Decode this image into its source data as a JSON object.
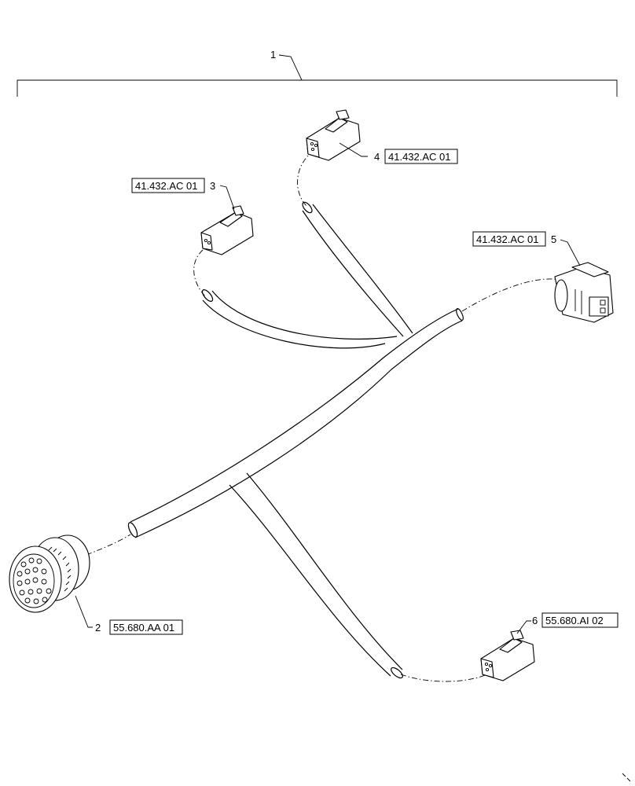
{
  "assembly": {
    "item_number": "1"
  },
  "callouts": [
    {
      "item": "2",
      "reference": "55.680.AA 01"
    },
    {
      "item": "3",
      "reference": "41.432.AC 01"
    },
    {
      "item": "4",
      "reference": "41.432.AC 01"
    },
    {
      "item": "5",
      "reference": "41.432.AC 01"
    },
    {
      "item": "6",
      "reference": "55.680.AI 02"
    }
  ]
}
